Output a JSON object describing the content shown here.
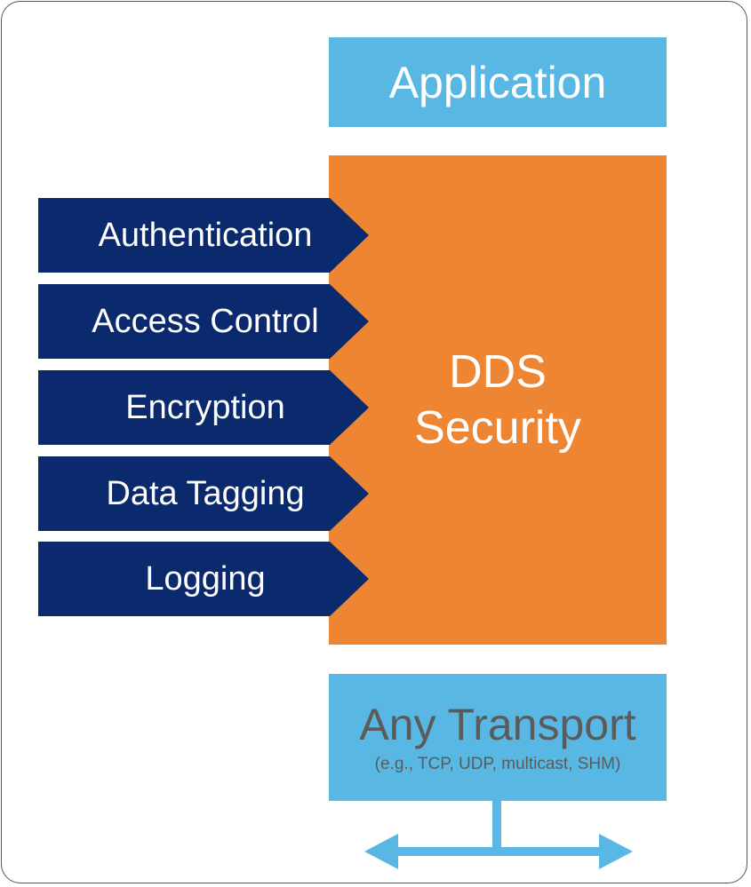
{
  "application": {
    "label": "Application"
  },
  "dds": {
    "line1": "DDS",
    "line2": "Security"
  },
  "transport": {
    "title": "Any Transport",
    "subtitle": "(e.g., TCP, UDP, multicast, SHM)"
  },
  "features": [
    {
      "label": "Authentication"
    },
    {
      "label": "Access Control"
    },
    {
      "label": "Encryption"
    },
    {
      "label": "Data Tagging"
    },
    {
      "label": "Logging"
    }
  ],
  "colors": {
    "application_fill": "#58B8E3",
    "dds_fill": "#EE8533",
    "feature_fill": "#0B2A6E",
    "transport_fill": "#58B8E3",
    "bus_line": "#58B8E3"
  },
  "icons": {
    "bus": "double-headed-arrow-icon"
  }
}
